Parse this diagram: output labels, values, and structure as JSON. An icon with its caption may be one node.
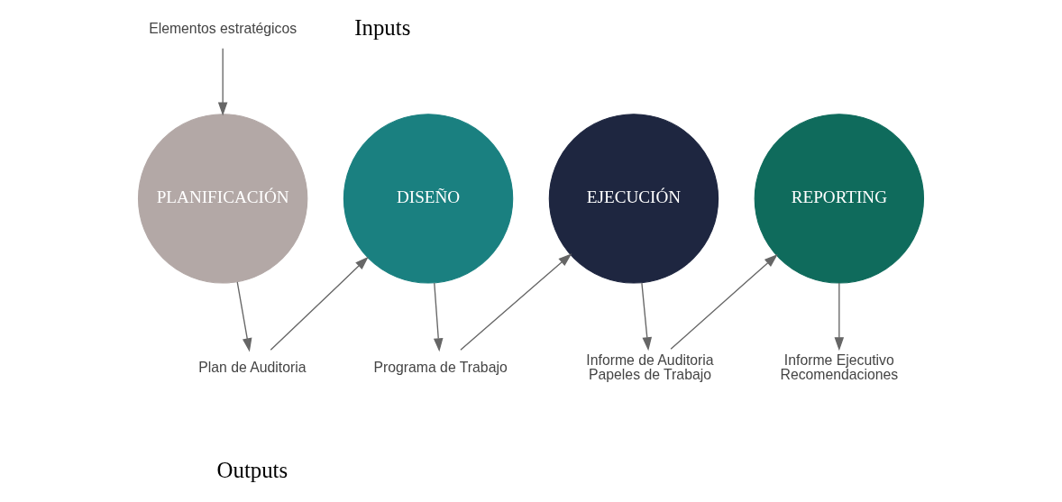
{
  "diagram": {
    "nodes": [
      {
        "text": [
          "Elementos estratégicos"
        ]
      },
      {
        "text": [
          "PLANIFICACIÓN"
        ]
      },
      {
        "text": [
          "DISEÑO"
        ]
      },
      {
        "text": [
          "EJECUCIÓN"
        ]
      },
      {
        "text": [
          "REPORTING"
        ]
      },
      {
        "text": [
          "Plan de Auditoria"
        ]
      },
      {
        "text": [
          "Programa de Trabajo"
        ]
      },
      {
        "text": [
          "Informe de Auditoria",
          "Papeles de Trabajo"
        ]
      },
      {
        "text": [
          "Informe Ejecutivo",
          "Recomendaciones"
        ]
      }
    ],
    "edges": [
      {
        "from": 0,
        "to": 1,
        "arrow": "to"
      },
      {
        "from": 1,
        "to": 5,
        "arrow": "to"
      },
      {
        "from": 5,
        "to": 2,
        "arrow": "to"
      },
      {
        "from": 2,
        "to": 6,
        "arrow": "to"
      },
      {
        "from": 6,
        "to": 3,
        "arrow": "to"
      },
      {
        "from": 3,
        "to": 7,
        "arrow": "to"
      },
      {
        "from": 7,
        "to": 4,
        "arrow": "to"
      },
      {
        "from": 4,
        "to": 8,
        "arrow": "to"
      }
    ],
    "labels": [
      "Inputs",
      "Outputs"
    ]
  }
}
